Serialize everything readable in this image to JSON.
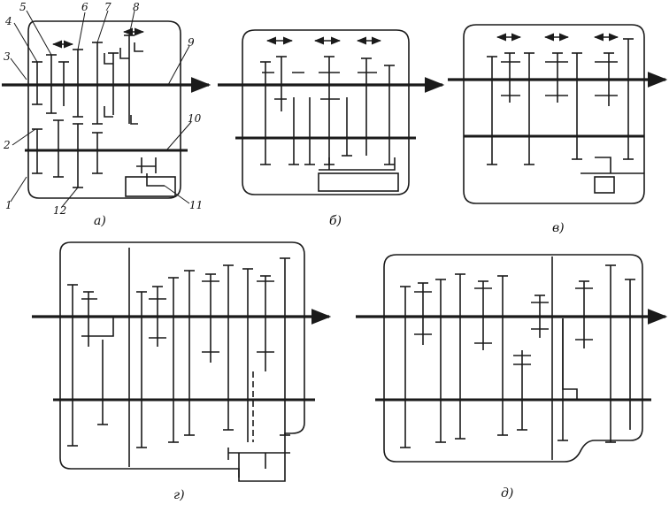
{
  "figure": {
    "panels": [
      {
        "id": "a",
        "caption": "а)"
      },
      {
        "id": "b",
        "caption": "б)"
      },
      {
        "id": "v",
        "caption": "в)"
      },
      {
        "id": "g",
        "caption": "г)"
      },
      {
        "id": "d",
        "caption": "д)"
      }
    ],
    "callouts": [
      "1",
      "2",
      "3",
      "4",
      "5",
      "6",
      "7",
      "8",
      "9",
      "10",
      "11",
      "12"
    ]
  },
  "colors": {
    "ink": "#1a1a1a",
    "background": "#ffffff"
  }
}
